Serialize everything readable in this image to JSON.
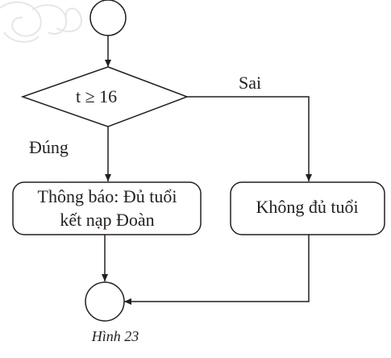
{
  "diagram": {
    "decision": {
      "text": "t ≥ 16"
    },
    "branch_true_label": "Đúng",
    "branch_false_label": "Sai",
    "process_true": {
      "line1": "Thông báo: Đủ tuổi",
      "line2": "kết nạp Đoàn"
    },
    "process_false": {
      "text": "Không đủ tuổi"
    },
    "caption": "Hình 23"
  },
  "colors": {
    "stroke": "#231f20",
    "background": "#ffffff",
    "watermark": "#e6e6e6"
  }
}
